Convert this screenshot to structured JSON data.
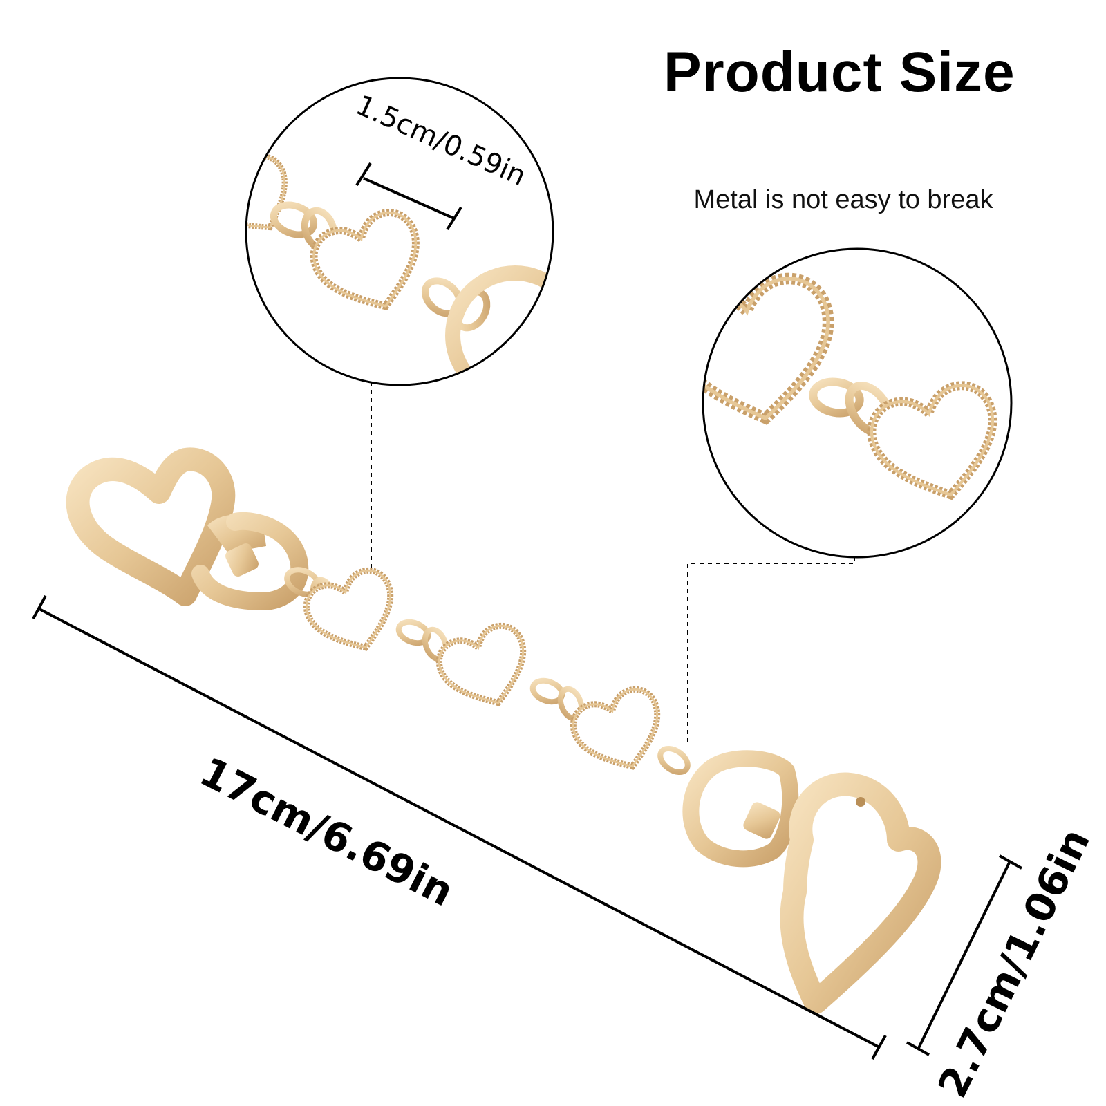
{
  "header": {
    "title": "Product Size",
    "subtitle": "Metal is not easy to break"
  },
  "dimensions": {
    "link_length": "1.5cm/0.59in",
    "total_length": "17cm/6.69in",
    "width": "2.7cm/1.06in"
  },
  "colors": {
    "gold": "#e6c796",
    "gold_dark": "#b98f58",
    "enamel": "#ffffff",
    "line": "#000000"
  },
  "icons": {
    "clasp": "heart-clasp-icon",
    "charm": "heart-charm-icon"
  }
}
